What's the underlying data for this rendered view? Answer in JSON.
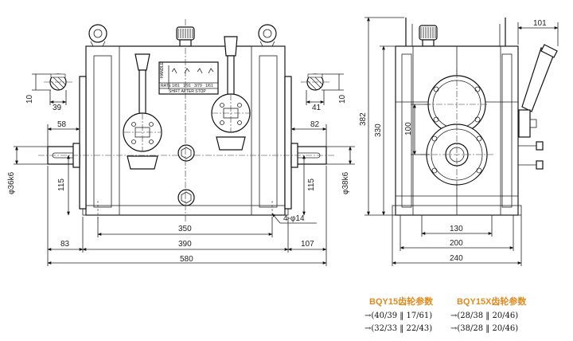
{
  "dimensions": {
    "front": {
      "d39": "39",
      "d10_left": "10",
      "d58": "58",
      "d36k6": "φ36k6",
      "d115_left": "115",
      "d350": "350",
      "d390": "390",
      "d83": "83",
      "d580": "580",
      "d107": "107",
      "d4_14": "4-φ14",
      "d41": "41",
      "d10_right": "10",
      "d82": "82",
      "d38k6": "φ38k6",
      "d115_right": "115"
    },
    "side": {
      "d101": "101",
      "d382": "382",
      "d330": "330",
      "d100": "100",
      "d130": "130",
      "d200": "200",
      "d240": "240"
    }
  },
  "plate": {
    "handle_label": "HANDLE",
    "rate_label": "RATE",
    "rates": [
      "1/81",
      "1/91",
      "3/79",
      "1/61"
    ],
    "footer": "SHIFT AFTER STOP"
  },
  "params": {
    "left": {
      "title": "BQY15齿轮参数",
      "lines": [
        "→(40/39 ‖ 17/61)",
        "→(32/33 ‖ 22/43)"
      ]
    },
    "right": {
      "title": "BQY15X齿轮参数",
      "lines": [
        "→(28/38 ‖ 20/46)",
        "→(38/28 ‖ 20/46)"
      ]
    }
  }
}
